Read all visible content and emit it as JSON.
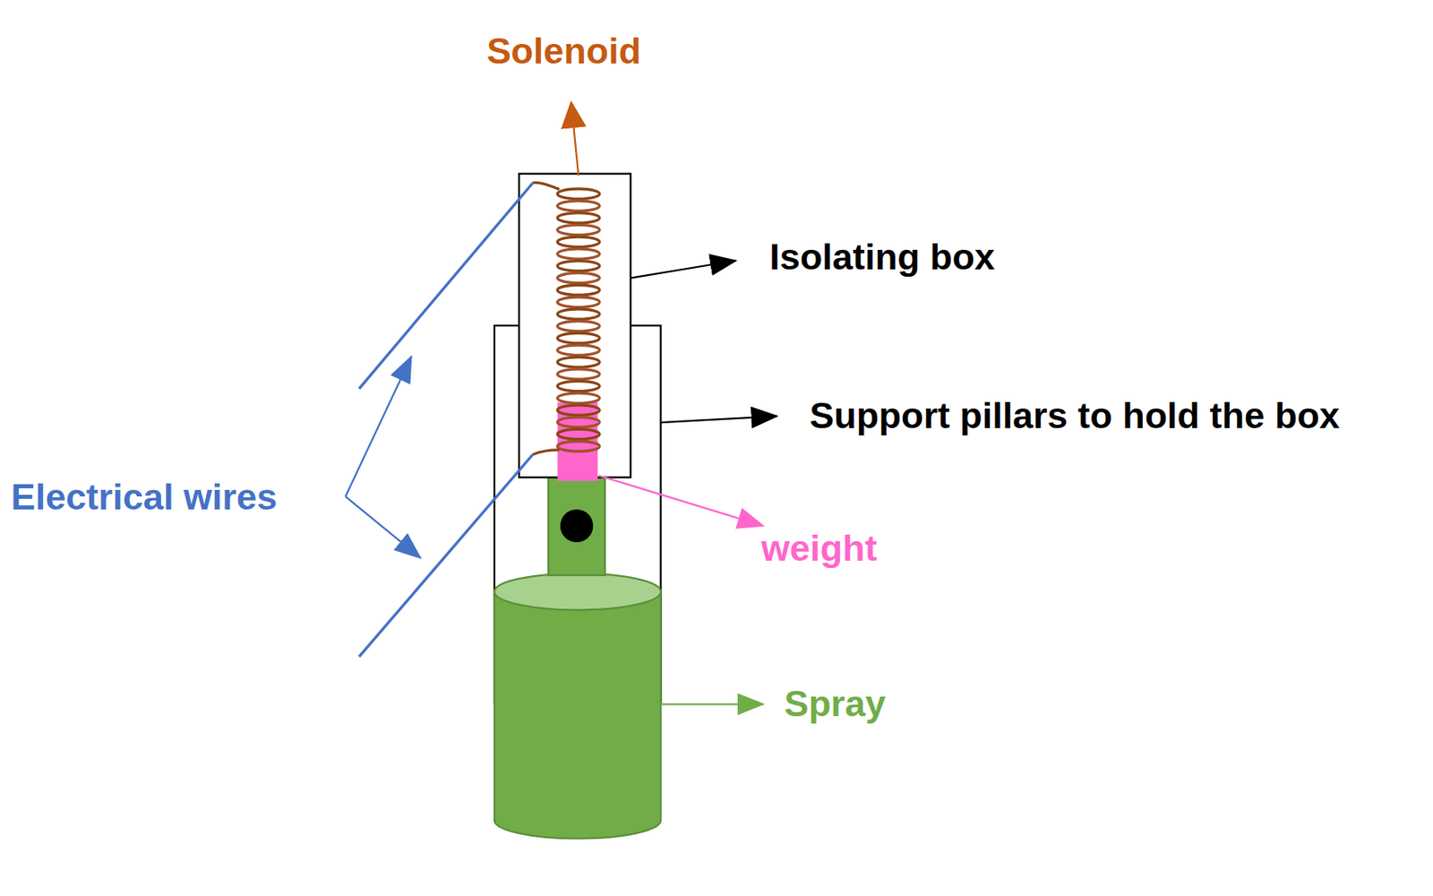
{
  "diagram": {
    "labels": [
      "Solenoid",
      "Isolating box",
      "Support pillars to hold the box",
      "Electrical wires",
      "weight",
      "Spray"
    ]
  }
}
